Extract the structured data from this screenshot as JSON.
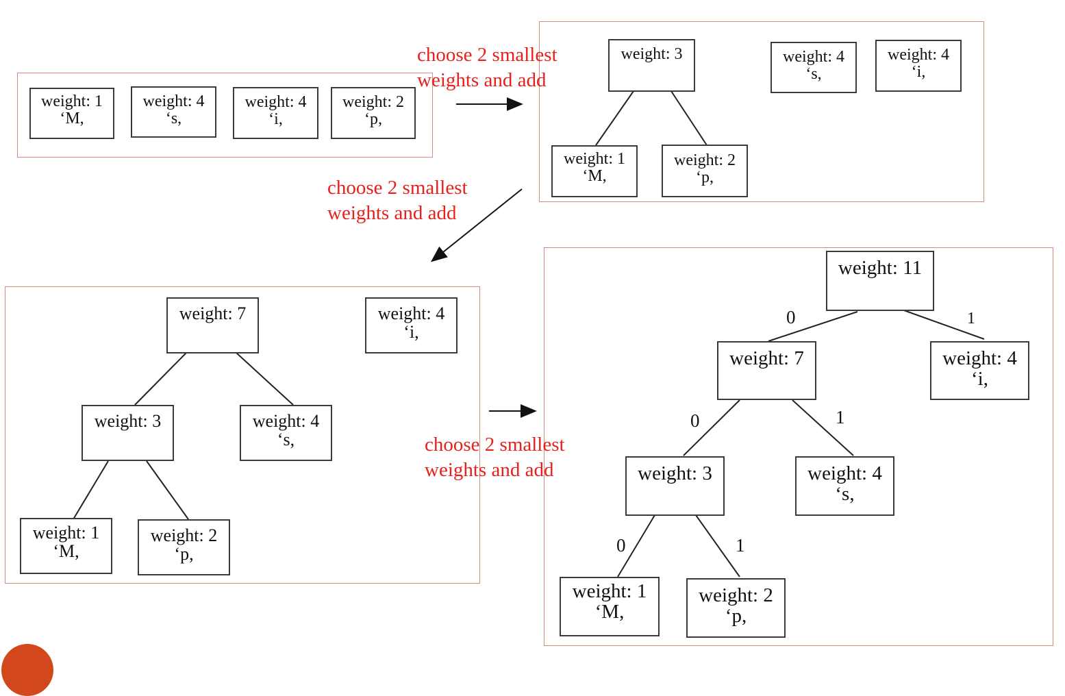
{
  "captions": {
    "step1": [
      "choose 2 smallest",
      "weights and add"
    ],
    "step2": [
      "choose 2 smallest",
      "weights and add"
    ],
    "step3": [
      "choose 2 smallest",
      "weights and add"
    ]
  },
  "stage1": {
    "nodes": [
      {
        "weight": "weight:  1",
        "char": "‘M,"
      },
      {
        "weight": "weight:  4",
        "char": "‘s,"
      },
      {
        "weight": "weight:  4",
        "char": "‘i,"
      },
      {
        "weight": "weight:  2",
        "char": "‘p,"
      }
    ]
  },
  "stage2": {
    "root": {
      "weight": "weight:  3"
    },
    "left": {
      "weight": "weight:  1",
      "char": "‘M,"
    },
    "right": {
      "weight": "weight:  2",
      "char": "‘p,"
    },
    "s": {
      "weight": "weight:  4",
      "char": "‘s,"
    },
    "i": {
      "weight": "weight:  4",
      "char": "‘i,"
    }
  },
  "stage3": {
    "root": {
      "weight": "weight:  7"
    },
    "i": {
      "weight": "weight:  4",
      "char": "‘i,"
    },
    "n3": {
      "weight": "weight:  3"
    },
    "s": {
      "weight": "weight:  4",
      "char": "‘s,"
    },
    "m": {
      "weight": "weight:  1",
      "char": "‘M,"
    },
    "p": {
      "weight": "weight:  2",
      "char": "‘p,"
    }
  },
  "stage4": {
    "root": {
      "weight": "weight:  11"
    },
    "n7": {
      "weight": "weight:  7"
    },
    "i": {
      "weight": "weight:  4",
      "char": "‘i,"
    },
    "n3": {
      "weight": "weight:  3"
    },
    "s": {
      "weight": "weight:  4",
      "char": "‘s,"
    },
    "m": {
      "weight": "weight:  1",
      "char": "‘M,"
    },
    "p": {
      "weight": "weight:  2",
      "char": "‘p,"
    },
    "bits": {
      "root_left": "0",
      "root_right": "1",
      "n7_left": "0",
      "n7_right": "1",
      "n3_left": "0",
      "n3_right": "1"
    }
  },
  "colors": {
    "caption": "#e8201c",
    "panel_border": "#d88a80",
    "node_border": "#3a3a3a"
  }
}
